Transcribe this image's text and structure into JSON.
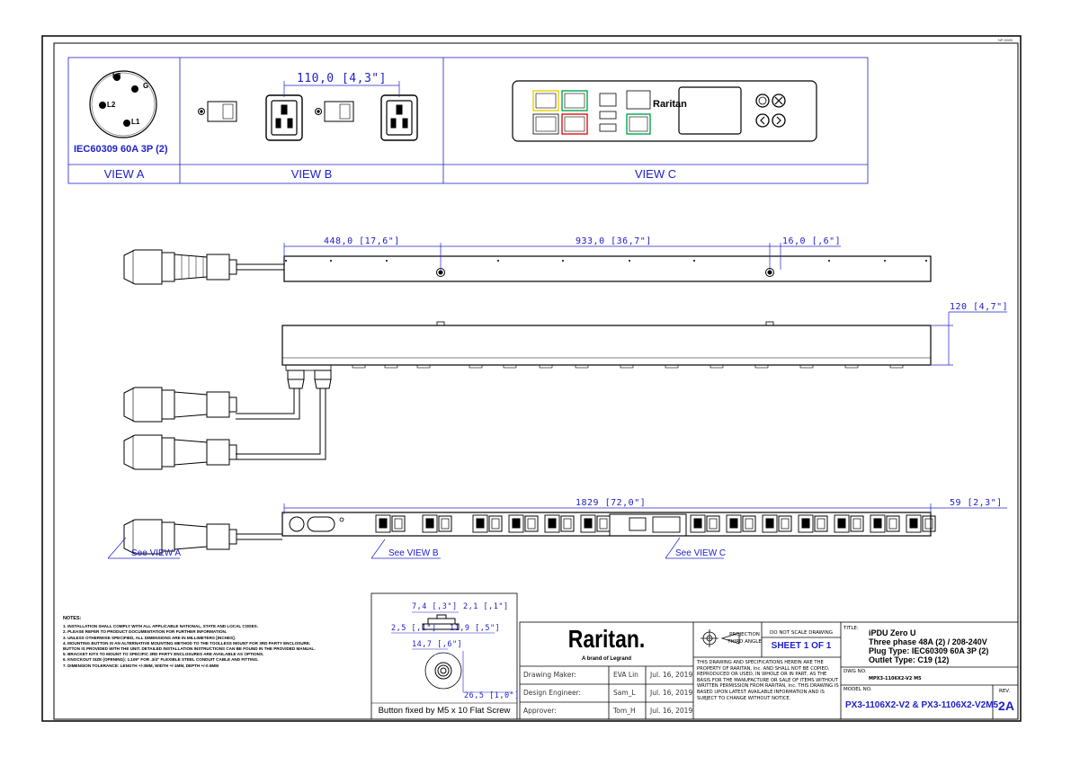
{
  "corner_tag": "NP-0085",
  "views": {
    "a": {
      "label": "VIEW A",
      "plug_caption": "IEC60309 60A 3P (2)",
      "pins": [
        "L3",
        "G",
        "L2",
        "L1"
      ]
    },
    "b": {
      "label": "VIEW B",
      "dim": "110,0 [4,3\"]"
    },
    "c": {
      "label": "VIEW C",
      "brand": "Raritan"
    }
  },
  "dimensions": {
    "d448": "448,0 [17,6\"]",
    "d933": "933,0 [36,7\"]",
    "d16": "16,0 [,6\"]",
    "d120": "120 [4,7\"]",
    "d1829": "1829 [72,0\"]",
    "d59": "59 [2,3\"]"
  },
  "callouts": {
    "see_a": "See VIEW A",
    "see_b": "See VIEW B",
    "see_c": "See VIEW C"
  },
  "button_detail": {
    "d74": "7,4 [,3\"]",
    "d21": "2,1 [,1\"]",
    "d25": "2,5 [,1\"]",
    "d119": "11,9 [,5\"]",
    "d147": "14,7 [,6\"]",
    "d265": "26,5 [1,0\"]",
    "caption": "Button fixed by M5 x 10 Flat Screw"
  },
  "notes": {
    "title": "NOTES:",
    "items": [
      "1. INSTALLATION SHALL COMPLY WITH ALL APPLICABLE NATIONAL, STATE AND LOCAL CODES.",
      "2. PLEASE REFER TO PRODUCT DOCUMENTATION FOR FURTHER INFORMATION.",
      "3. UNLESS OTHERWISE SPECIFIED, ALL DIMENSIONS ARE IN MILLIMETERS [INCHES].",
      "4. MOUNTING BUTTON IS AN ALTERNATIVE MOUNTING METHOD TO THE TOOLLESS MOUNT FOR 3RD PARTY ENCLOSURE.",
      "    BUTTON IS PROVIDED WITH THE UNIT. DETAILED INSTALLATION INSTRUCTIONS CAN BE FOUND IN THE PROVIDED MANUAL.",
      "5. BRACKET KITS TO MOUNT TO SPECIFIC 3RD PARTY ENCLOSURES ARE AVAILABLE AS OPTIONS.",
      "6. KNOCKOUT SIZE (OPENING): 1.109\" FOR .3/4\" FLEXIBLE STEEL CONDUIT CABLE AND FITTING.",
      "7. DIMENSION TOLERANCE: LENGTH +/-3MM, WIDTH +/-1MM, DEPTH +/-0.5MM"
    ]
  },
  "title_block": {
    "logo": "Raritan.",
    "logo_sub": "A brand of Legrand",
    "rows": [
      {
        "role": "Drawing Maker:",
        "name": "EVA Lin",
        "date": "Jul. 16, 2019"
      },
      {
        "role": "Design Engineer:",
        "name": "Sam_L",
        "date": "Jul. 16, 2019"
      },
      {
        "role": "Approver:",
        "name": "Tom_H",
        "date": "Jul. 16, 2019"
      }
    ],
    "projection": "PROJECTION",
    "projection_angle": "THIRD ANGLE",
    "do_not_scale": "DO NOT SCALE DRAWING",
    "sheet": "SHEET 1 OF 1",
    "legal": "THIS DRAWING AND SPECIFICATIONS HEREIN ARE THE PROPERTY OF RARITAN, Inc. AND SHALL NOT BE COPIED, REPRODUCED OR USED, IN WHOLE OR IN PART, AS THE BASIS FOR THE MANUFACTURE OR SALE OF ITEMS WITHOUT WRITTEN PERMISSION FROM RARITAN, Inc. THIS DRAWING IS BASED UPON LATEST AVAILABLE INFORMATION AND IS SUBJECT TO CHANGE WITHOUT NOTICE.",
    "title_label": "TITLE:",
    "title_lines": [
      "iPDU Zero U",
      "Three phase 48A (2) / 208-240V",
      "Plug Type: IEC60309 60A 3P (2)",
      "Outlet Type: C19 (12)"
    ],
    "dwg_label": "DWG NO.",
    "dwg_no": "MPX3-1106X2-V2 M5",
    "model_label": "MODEL NO.",
    "model_no": "PX3-1106X2-V2 & PX3-1106X2-V2M5",
    "rev_label": "REV.",
    "rev": "2A"
  },
  "colors": {
    "accent": "#2020c8",
    "line": "#000000",
    "yellow": "#e8d000",
    "green": "#00a84a",
    "red": "#e01010"
  }
}
